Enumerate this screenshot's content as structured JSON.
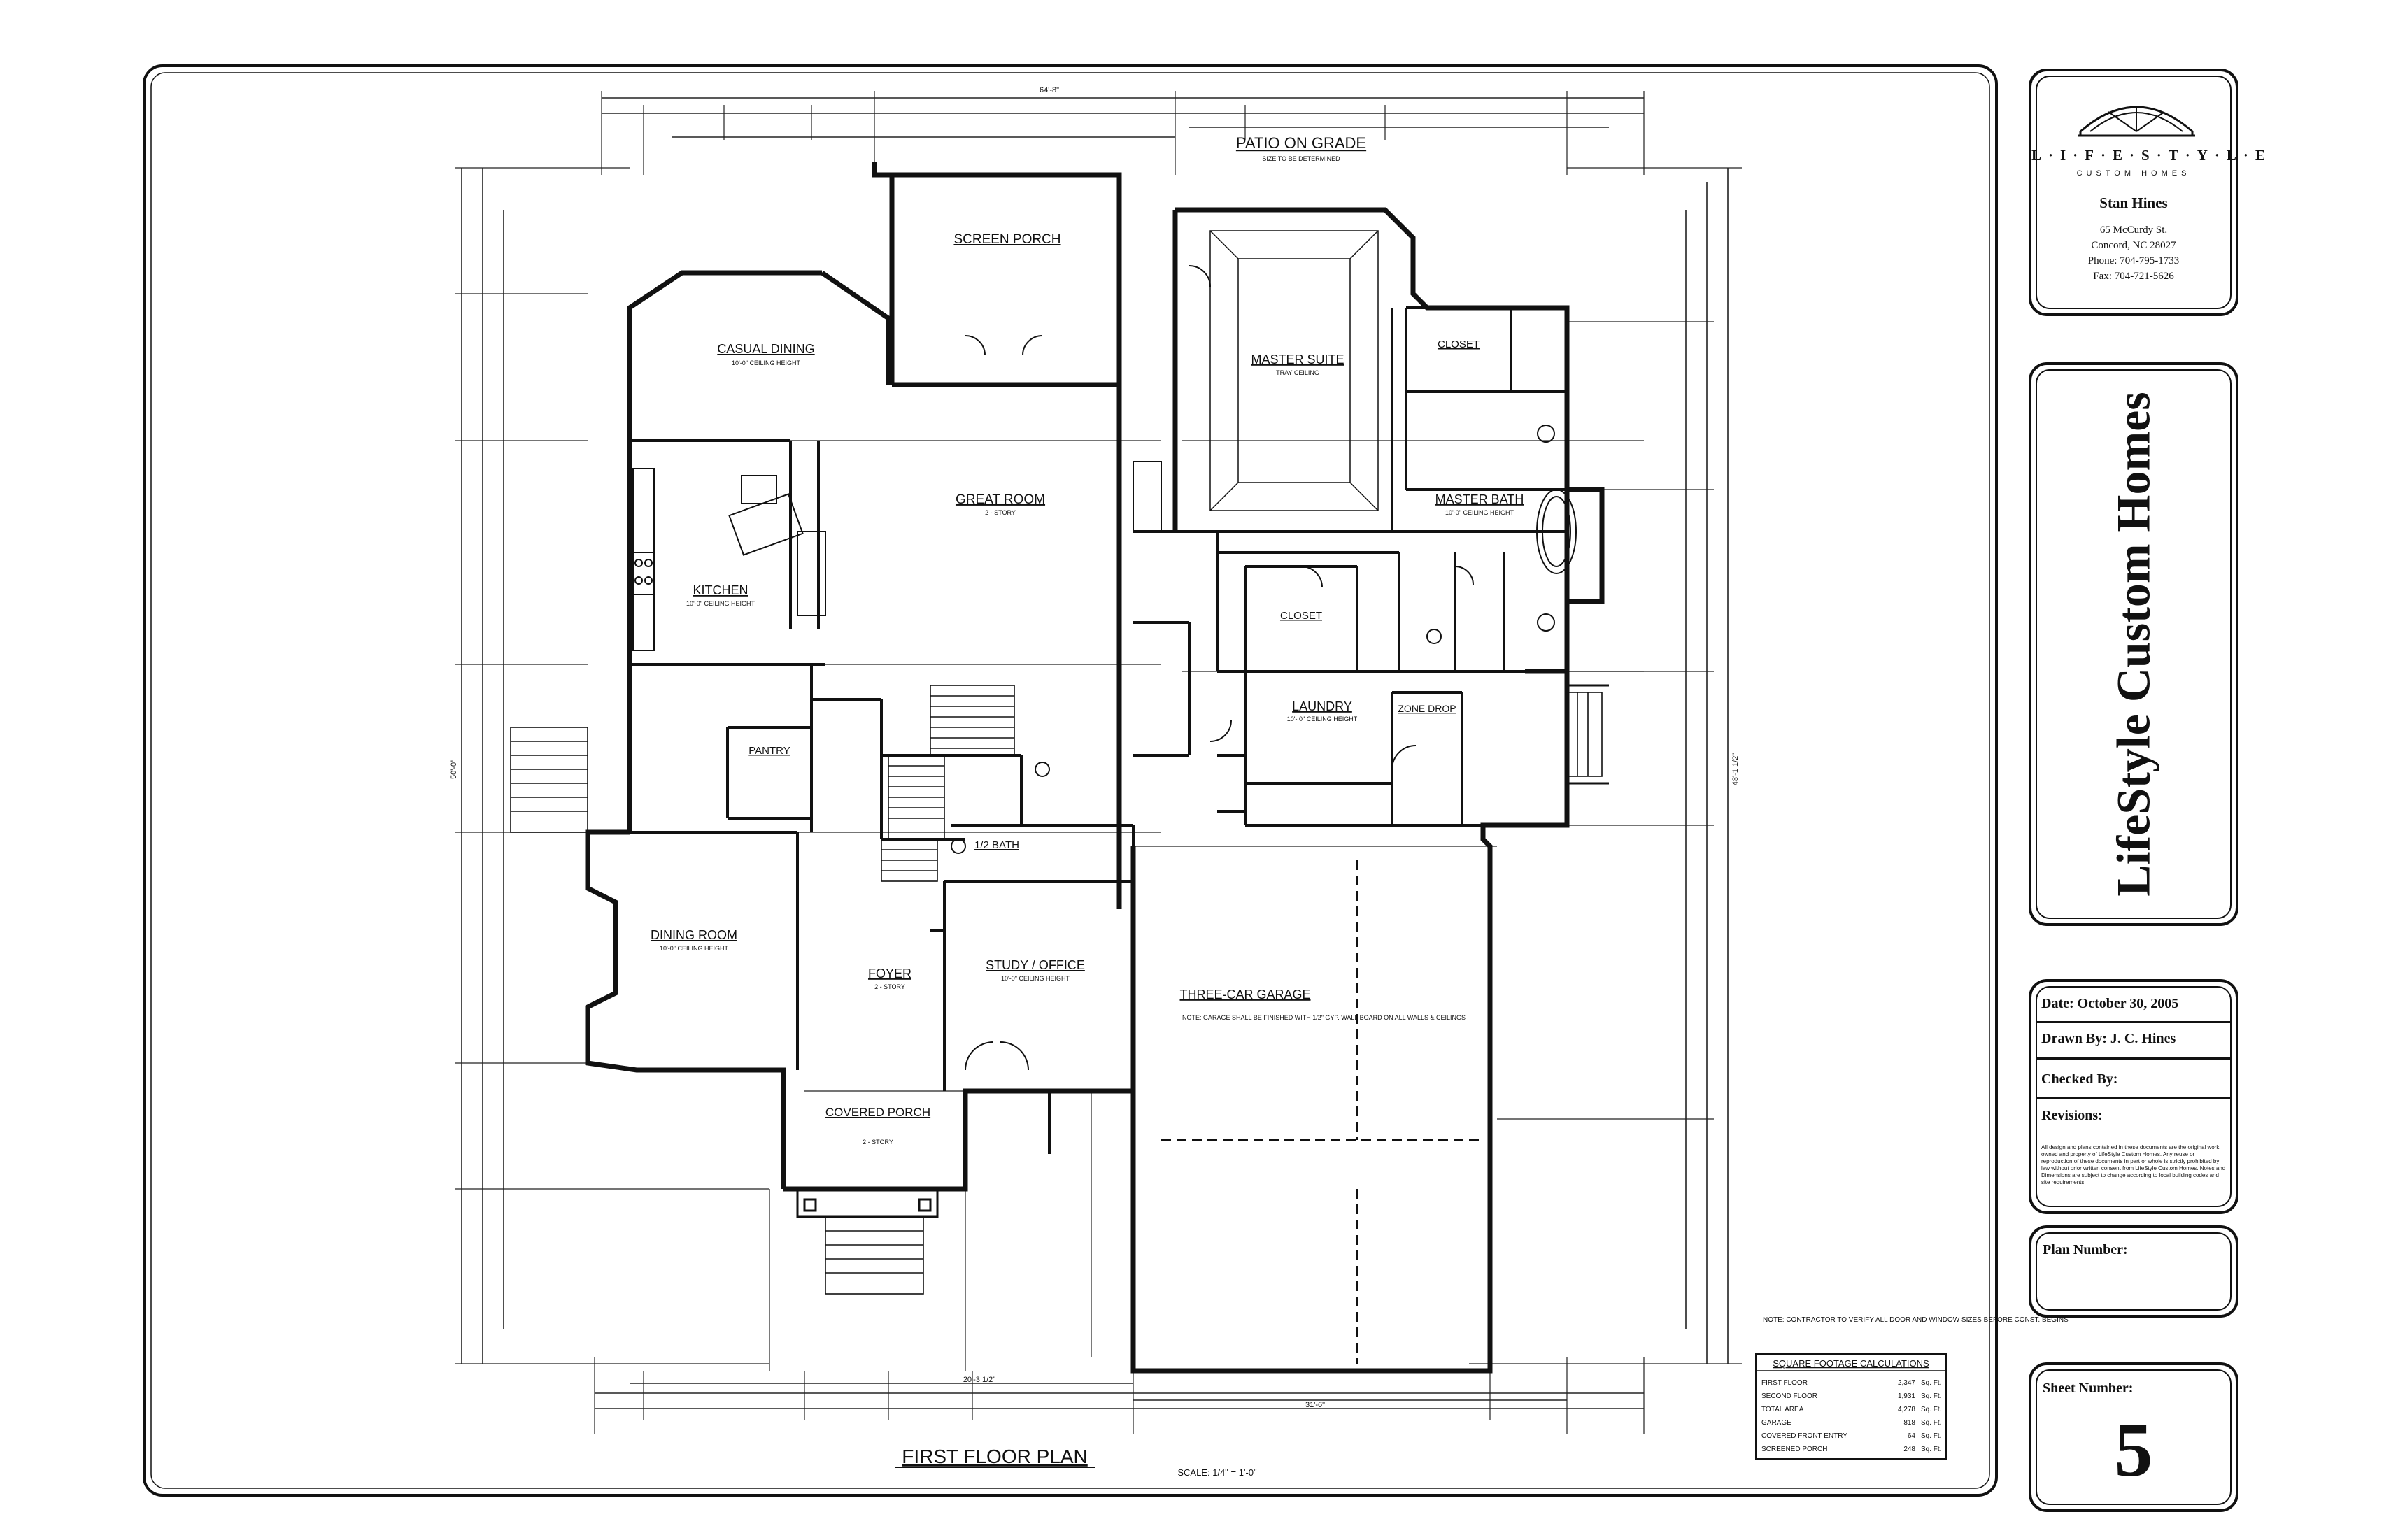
{
  "plan": {
    "title": "FIRST FLOOR PLAN",
    "scale": "SCALE: 1/4\" = 1'-0\"",
    "rooms": {
      "patio": "PATIO ON GRADE",
      "patio_note": "SIZE TO BE DETERMINED",
      "screen_porch": "SCREEN PORCH",
      "casual_dining": "CASUAL DINING",
      "casual_dining_ceiling": "10'-0\" CEILING HEIGHT",
      "master_suite": "MASTER SUITE",
      "master_suite_ceiling": "TRAY CEILING",
      "closet_upper": "CLOSET",
      "master_bath": "MASTER BATH",
      "master_bath_ceiling": "10'-0\" CEILING HEIGHT",
      "great_room": "GREAT ROOM",
      "great_room_ceiling": "2 - STORY",
      "kitchen": "KITCHEN",
      "kitchen_ceiling": "10'-0\" CEILING HEIGHT",
      "closet_lower": "CLOSET",
      "laundry": "LAUNDRY",
      "laundry_ceiling": "10'- 0\" CEILING HEIGHT",
      "zone_drop": "ZONE DROP",
      "pantry": "PANTRY",
      "half_bath": "1/2 BATH",
      "dining_room": "DINING ROOM",
      "dining_room_ceiling": "10'-0\" CEILING HEIGHT",
      "foyer": "FOYER",
      "foyer_ceiling": "2 - STORY",
      "study": "STUDY / OFFICE",
      "study_ceiling": "10'-0\" CEILING HEIGHT",
      "garage": "THREE-CAR GARAGE",
      "covered_porch": "COVERED PORCH",
      "covered_porch_ceiling": "2 - STORY"
    },
    "garage_note": "NOTE: GARAGE SHALL BE FINISHED WITH 1/2\" GYP. WALL BOARD ON ALL WALLS & CEILINGS",
    "contractor_note": "NOTE: CONTRACTOR TO VERIFY ALL DOOR AND WINDOW SIZES BEFORE CONST. BEGINS",
    "sqft": {
      "heading": "SQUARE FOOTAGE CALCULATIONS",
      "rows": [
        {
          "label": "FIRST FLOOR",
          "value": "2,347",
          "unit": "Sq. Ft."
        },
        {
          "label": "SECOND FLOOR",
          "value": "1,931",
          "unit": "Sq. Ft."
        },
        {
          "label": "TOTAL AREA",
          "value": "4,278",
          "unit": "Sq. Ft."
        },
        {
          "label": "GARAGE",
          "value": "818",
          "unit": "Sq. Ft."
        },
        {
          "label": "COVERED FRONT ENTRY",
          "value": "64",
          "unit": "Sq. Ft."
        },
        {
          "label": "SCREENED PORCH",
          "value": "248",
          "unit": "Sq. Ft."
        }
      ]
    },
    "dims": {
      "top_overall": "64'-8\"",
      "right_overall": "48'-1 1/2\"",
      "bottom_a": "20'-3 1/2\"",
      "bottom_b": "31'-6\"",
      "left_overall": "50'-0\""
    }
  },
  "titleblock": {
    "logo_word": "L·I·F·E·S·T·Y·L·E",
    "logo_sub": "CUSTOM HOMES",
    "name": "Stan Hines",
    "address_line1": "65 McCurdy St.",
    "address_line2": "Concord, NC 28027",
    "phone": "Phone: 704-795-1733",
    "fax": "Fax: 704-721-5626",
    "brand": "LifeStyle Custom Homes",
    "date": "Date: October 30, 2005",
    "drawn_by": "Drawn By: J. C. Hines",
    "checked_by": "Checked By:",
    "revisions": "Revisions:",
    "copyright": "All design and plans contained in these documents are the original work, owned and property of LifeStyle Custom Homes. Any reuse or reproduction of these documents in part or whole is strictly prohibited by law without prior written consent from LifeStyle Custom Homes. Notes and Dimensions are subject to change according to local building codes and site requirements.",
    "plan_number": "Plan Number:",
    "sheet_number_label": "Sheet Number:",
    "sheet_number": "5"
  }
}
